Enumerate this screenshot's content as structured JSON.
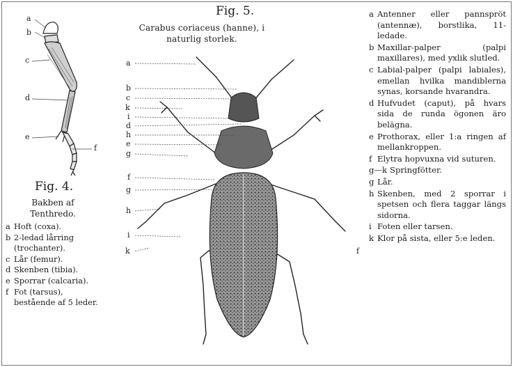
{
  "fig4": {
    "title": "Fig. 4.",
    "caption": "Bakben af Tenthredo.",
    "letters": [
      "a",
      "b",
      "c",
      "d",
      "e",
      "f"
    ],
    "legend": [
      {
        "letter": "a",
        "text": "Hoft (coxa)."
      },
      {
        "letter": "b",
        "text": "2-ledad lårring (trochanter)."
      },
      {
        "letter": "c",
        "text": "Lår (femur)."
      },
      {
        "letter": "d",
        "text": "Skenben (tibia)."
      },
      {
        "letter": "e",
        "text": "Sporrar (calcaria)."
      },
      {
        "letter": "f",
        "text": "Fot (tarsus), bestående af 5 leder."
      }
    ]
  },
  "fig5": {
    "title": "Fig. 5.",
    "caption": "Carabus coriaceus (hanne), i naturlig storlek.",
    "letters": [
      "a",
      "b",
      "c",
      "k",
      "i",
      "d",
      "h",
      "e",
      "g",
      "f",
      "g",
      "h",
      "i",
      "k"
    ],
    "letter_right": "f"
  },
  "legend": [
    {
      "letter": "a",
      "text": "Antenner eller pannspröt (antennæ), borstlika, 11-ledade."
    },
    {
      "letter": "b",
      "text": "Maxillar-palper (palpi maxillares), med yxlik slutled."
    },
    {
      "letter": "c",
      "text": "Labial-palper (palpi labiales), emellan hvilka mandiblerna synas, korsande hvarandra."
    },
    {
      "letter": "d",
      "text": "Hufvudet (caput), på hvars sida de runda ögonen äro belägna."
    },
    {
      "letter": "e",
      "text": "Prothorax, eller 1:a ringen af mellankroppen."
    },
    {
      "letter": "f",
      "text": "Elytra hopvuxna vid suturen."
    },
    {
      "letter": "g—k",
      "text": "Springfötter."
    },
    {
      "letter": "g",
      "text": "Lår."
    },
    {
      "letter": "h",
      "text": "Skenben, med 2 sporrar i spetsen och flera taggar längs sidorna."
    },
    {
      "letter": "i",
      "text": "Foten eller tarsen."
    },
    {
      "letter": "k",
      "text": "Klor på sista, eller 5:e leden."
    }
  ]
}
